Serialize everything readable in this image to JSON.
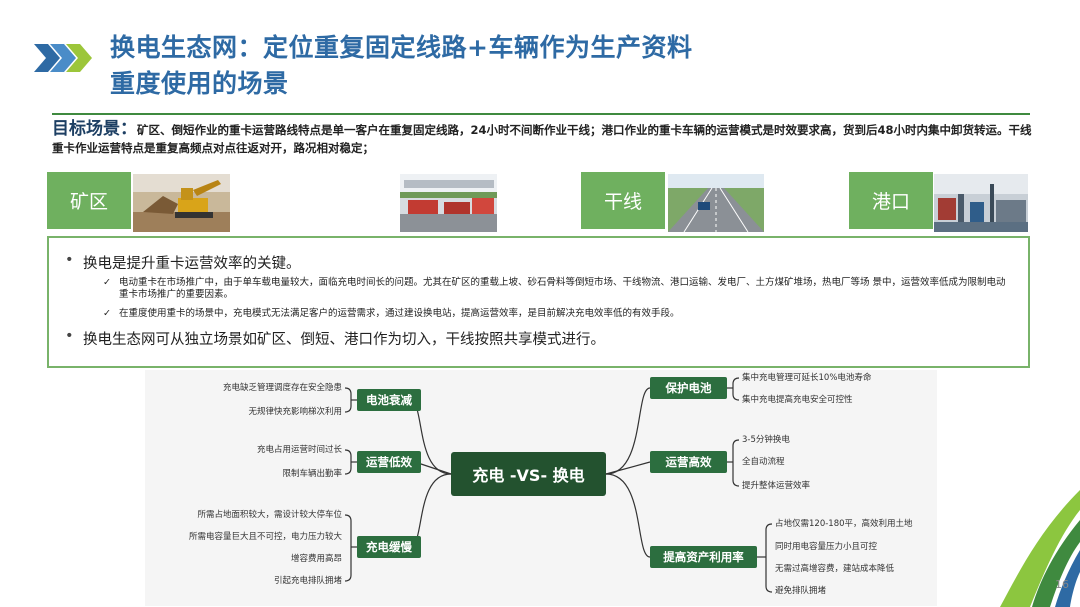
{
  "header": {
    "title_line1": "换电生态网：定位重复固定线路+车辆作为生产资料",
    "title_line2": "重度使用的场景"
  },
  "target": {
    "label": "目标场景：",
    "text": "矿区、倒短作业的重卡运营路线特点是单一客户在重复固定线路，24小时不间断作业干线；港口作业的重卡车辆的运营模式是时效要求高，货到后48小时内集中卸货转运。干线重卡作业运营特点是重复高频点对点往返对开，路况相对稳定；"
  },
  "scenes": {
    "mine": "矿区",
    "trunk": "干线",
    "port": "港口"
  },
  "info": {
    "bullet1": "换电是提升重卡运营效率的关键。",
    "check1": "电动重卡在市场推广中，由于单车载电量较大，面临充电时间长的问题。尤其在矿区的重载上坡、砂石骨料等倒短市场、干线物流、港口运输、发电厂、土方煤矿堆场，热电厂等场 景中，运营效率低成为限制电动重卡市场推广的重要因素。",
    "check2": "在重度使用重卡的场景中，充电模式无法满足客户的运营需求，通过建设换电站，提高运营效率，是目前解决充电效率低的有效手段。",
    "bullet2": "换电生态网可从独立场景如矿区、倒短、港口作为切入，干线按照共享模式进行。",
    "bullet_mark": "•",
    "check_mark": "✓"
  },
  "mindmap": {
    "center": "充电 -VS- 换电",
    "left": [
      {
        "node": "电池衰减",
        "leaves": [
          "充电缺乏管理调度存在安全隐患",
          "无规律快充影响梯次利用"
        ]
      },
      {
        "node": "运营低效",
        "leaves": [
          "充电占用运营时间过长",
          "限制车辆出勤率"
        ]
      },
      {
        "node": "充电缓慢",
        "leaves": [
          "所需占地面积较大，需设计较大停车位",
          "所需电容量巨大且不可控，电力压力较大",
          "增容费用高昂",
          "引起充电排队拥堵"
        ]
      }
    ],
    "right": [
      {
        "node": "保护电池",
        "leaves": [
          "集中充电管理可延长10%电池寿命",
          "集中充电提高充电安全可控性"
        ]
      },
      {
        "node": "运营高效",
        "leaves": [
          "3-5分钟换电",
          "全自动流程",
          "提升整体运营效率"
        ]
      },
      {
        "node": "提高资产利用率",
        "leaves": [
          "占地仅需120-180平，高效利用土地",
          "同时用电容量压力小且可控",
          "无需过高增容费，建站成本降低",
          "避免排队拥堵"
        ]
      }
    ]
  },
  "page_number": "16",
  "colors": {
    "title_blue": "#2e6aa4",
    "accent_green": "#6fb05f",
    "node_green": "#2c6e3f",
    "center_green": "#23522f"
  }
}
